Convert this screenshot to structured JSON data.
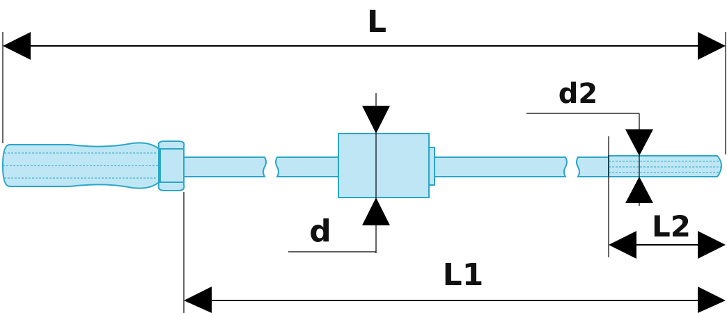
{
  "dimensions": {
    "L": "L",
    "L1": "L1",
    "L2": "L2",
    "d": "d",
    "d2": "d2"
  },
  "colors": {
    "part_stroke": "#2aa6c8",
    "part_fill": "#bfe6f4",
    "dimension_line": "#000000"
  }
}
